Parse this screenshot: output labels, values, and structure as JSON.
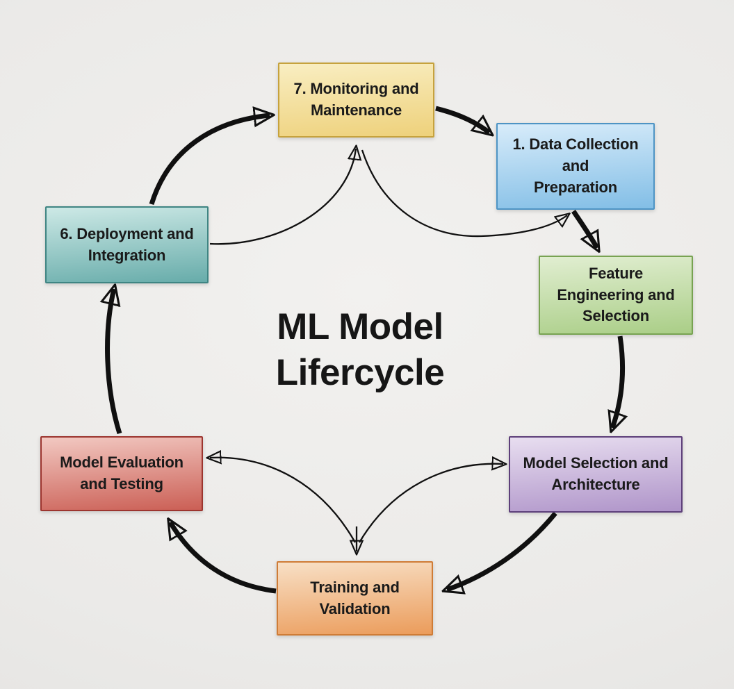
{
  "title": {
    "text": "ML Model\nLifercycle"
  },
  "arrow_color": "#101010",
  "nodes": [
    {
      "id": "monitoring",
      "label": "7. Monitoring and\nMaintenance",
      "fill_top": "#f9eec2",
      "fill_bottom": "#eed17b",
      "border": "#c6a23d"
    },
    {
      "id": "data_collection",
      "label": "1. Data Collection\nand\nPreparation",
      "fill_top": "#d8ecfa",
      "fill_bottom": "#82bee6",
      "border": "#4e94c4"
    },
    {
      "id": "feature_engineering",
      "label": "Feature\nEngineering and\nSelection",
      "fill_top": "#e1eed1",
      "fill_bottom": "#aace87",
      "border": "#78a352"
    },
    {
      "id": "model_selection",
      "label": "Model Selection and\nArchitecture",
      "fill_top": "#e8def0",
      "fill_bottom": "#af94c9",
      "border": "#5d3f7a"
    },
    {
      "id": "training",
      "label": "Training and\nValidation",
      "fill_top": "#f8e0c6",
      "fill_bottom": "#eb9c5b",
      "border": "#cf7c36"
    },
    {
      "id": "evaluation",
      "label": "Model Evaluation\nand Testing",
      "fill_top": "#f2c9c2",
      "fill_bottom": "#cb5f55",
      "border": "#9c352f"
    },
    {
      "id": "deployment",
      "label": "6. Deployment and\nIntegration",
      "fill_top": "#cde9e6",
      "fill_bottom": "#67acaa",
      "border": "#3f8583"
    }
  ],
  "edges": [
    {
      "from": "evaluation",
      "to": "deployment",
      "style": "thick"
    },
    {
      "from": "deployment",
      "to": "monitoring",
      "style": "thick"
    },
    {
      "from": "monitoring",
      "to": "data_collection",
      "style": "thick"
    },
    {
      "from": "data_collection",
      "to": "feature_engineering",
      "style": "thick"
    },
    {
      "from": "feature_engineering",
      "to": "model_selection",
      "style": "thick"
    },
    {
      "from": "model_selection",
      "to": "training",
      "style": "thick"
    },
    {
      "from": "training",
      "to": "evaluation",
      "style": "thick"
    },
    {
      "from": "deployment",
      "to": "monitoring",
      "style": "thin"
    },
    {
      "from": "monitoring",
      "to": "data_collection",
      "style": "thin"
    },
    {
      "from": "model_selection",
      "to": "evaluation",
      "style": "thin"
    },
    {
      "from": "evaluation",
      "to": "model_selection",
      "style": "thin"
    },
    {
      "from": "model_selection",
      "to": "training",
      "style": "thin"
    }
  ]
}
